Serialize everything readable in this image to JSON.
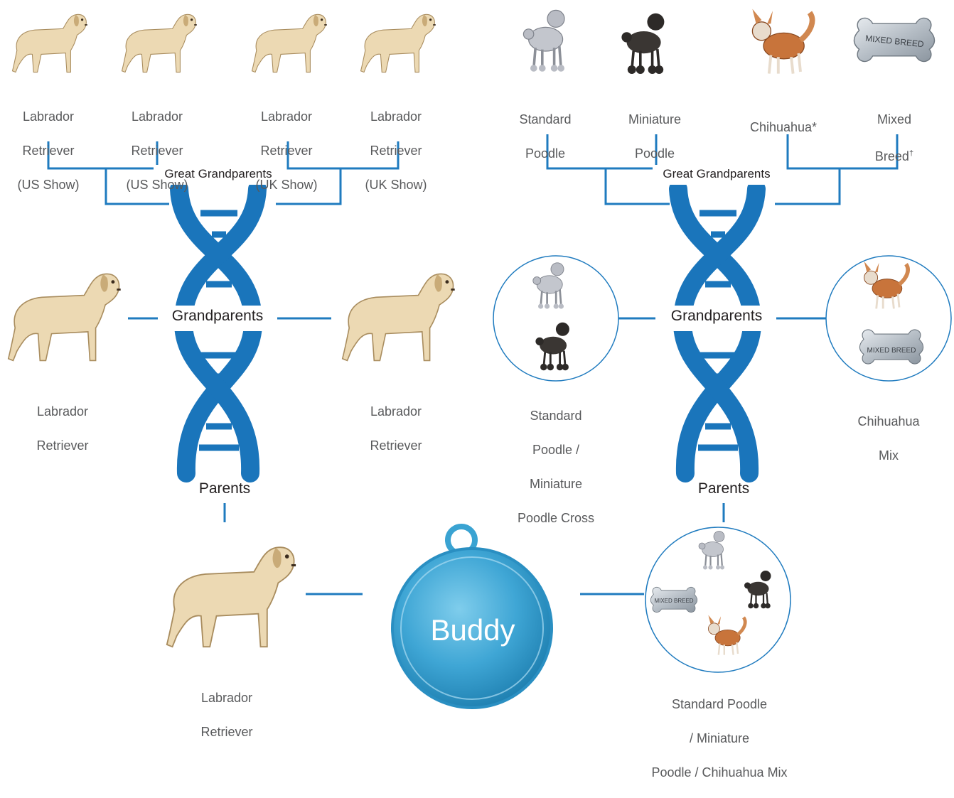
{
  "colors": {
    "line": "#1f7bbf",
    "helix": "#1a75bb",
    "tag": "#3aa3d2",
    "text": "#58595b"
  },
  "levels": {
    "great_grandparents_left": "Great Grandparents",
    "great_grandparents_right": "Great Grandparents",
    "grandparents_left": "Grandparents",
    "grandparents_right": "Grandparents",
    "parents_left": "Parents",
    "parents_right": "Parents"
  },
  "left": {
    "great_grandparents": [
      {
        "line1": "Labrador",
        "line2": "Retriever",
        "line3": "(US Show)",
        "icon": "labrador-retriever"
      },
      {
        "line1": "Labrador",
        "line2": "Retriever",
        "line3": "(US Show)",
        "icon": "labrador-retriever"
      },
      {
        "line1": "Labrador",
        "line2": "Retriever",
        "line3": "(UK Show)",
        "icon": "labrador-retriever"
      },
      {
        "line1": "Labrador",
        "line2": "Retriever",
        "line3": "(UK Show)",
        "icon": "labrador-retriever"
      }
    ],
    "grandparents": [
      {
        "line1": "Labrador",
        "line2": "Retriever",
        "icon": "labrador-retriever"
      },
      {
        "line1": "Labrador",
        "line2": "Retriever",
        "icon": "labrador-retriever"
      }
    ],
    "parent": {
      "line1": "Labrador",
      "line2": "Retriever",
      "icon": "labrador-retriever"
    }
  },
  "right": {
    "great_grandparents": [
      {
        "line1": "Standard",
        "line2": "Poodle",
        "icon": "standard-poodle"
      },
      {
        "line1": "Miniature",
        "line2": "Poodle",
        "icon": "miniature-poodle"
      },
      {
        "line1": "Chihuahua*",
        "icon": "chihuahua"
      },
      {
        "line1": "Mixed",
        "line2": "Breed",
        "mark": "†",
        "icon": "mixed-breed-tag",
        "tag_text": "MIXED BREED"
      }
    ],
    "grandparents": [
      {
        "line1": "Standard",
        "line2": "Poodle /",
        "line3": "Miniature",
        "line4": "Poodle Cross"
      },
      {
        "line1": "Chihuahua",
        "line2": "Mix"
      }
    ],
    "parent": {
      "line1": "Standard Poodle",
      "line2": "/ Miniature",
      "line3": "Poodle / Chihuahua Mix"
    },
    "tag_small": "MIXED BREED"
  },
  "buddy": {
    "name": "Buddy"
  }
}
